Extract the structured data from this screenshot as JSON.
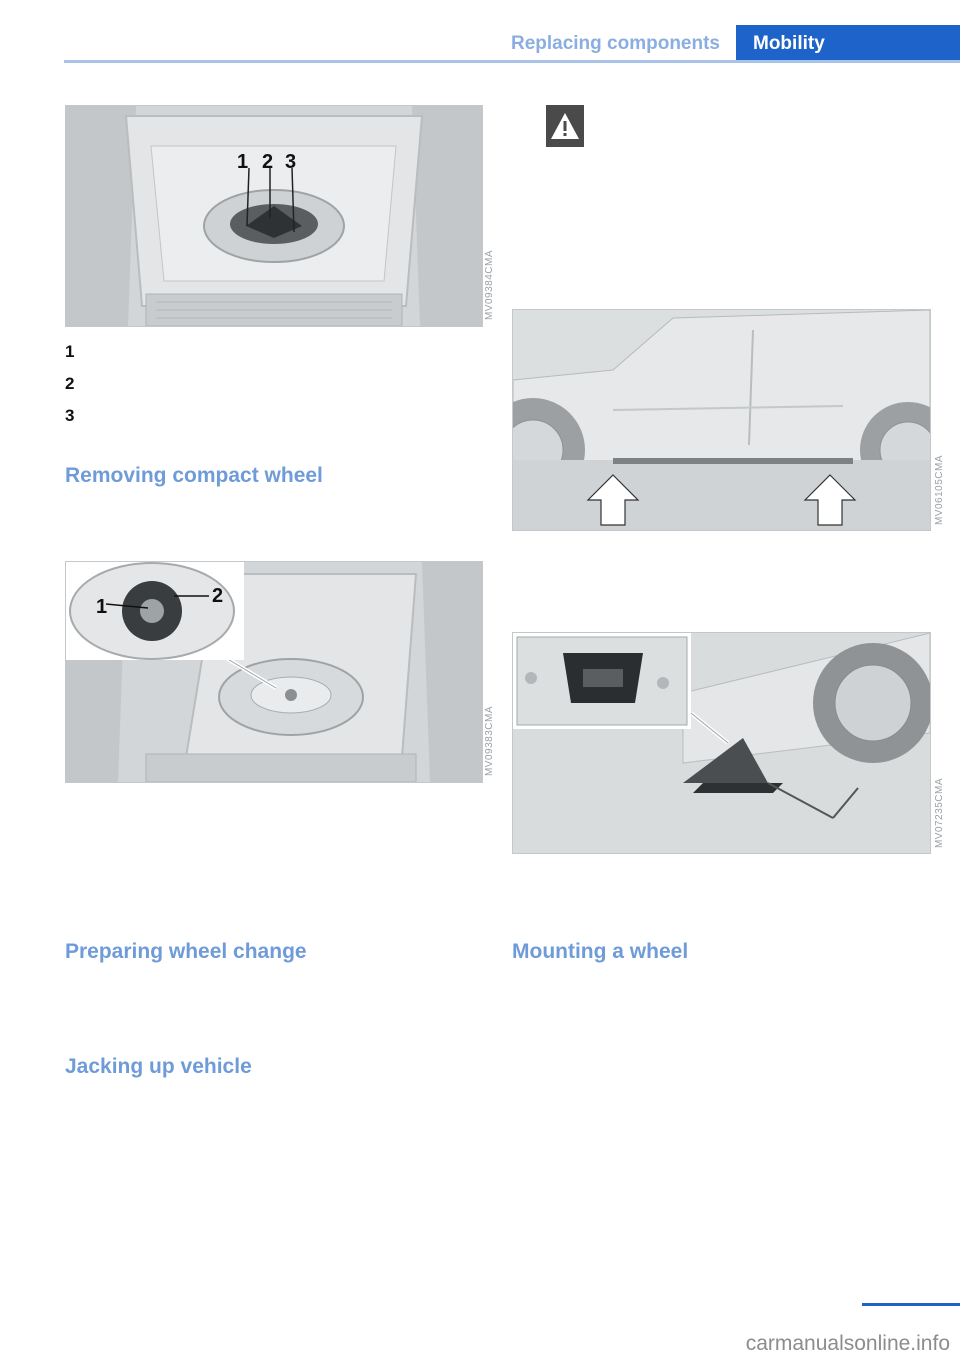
{
  "header": {
    "section": "Replacing components",
    "chapter": "Mobility"
  },
  "figures": [
    {
      "code": "MV09384CMA",
      "callouts": [
        "1",
        "2",
        "3"
      ]
    },
    {
      "code": "MV09383CMA",
      "callouts": [
        "1",
        "2"
      ]
    },
    {
      "code": "MV06105CMA"
    },
    {
      "code": "MV07235CMA"
    }
  ],
  "legend": [
    "1",
    "2",
    "3"
  ],
  "headings": {
    "removing": "Removing compact wheel",
    "preparing": "Preparing wheel change",
    "jacking": "Jacking up vehicle",
    "mounting": "Mounting a wheel"
  },
  "warning_icon": "warning-triangle-icon",
  "watermark": "carmanualsonline.info",
  "colors": {
    "accent": "#1d63c9",
    "heading": "#6f9bd8"
  }
}
